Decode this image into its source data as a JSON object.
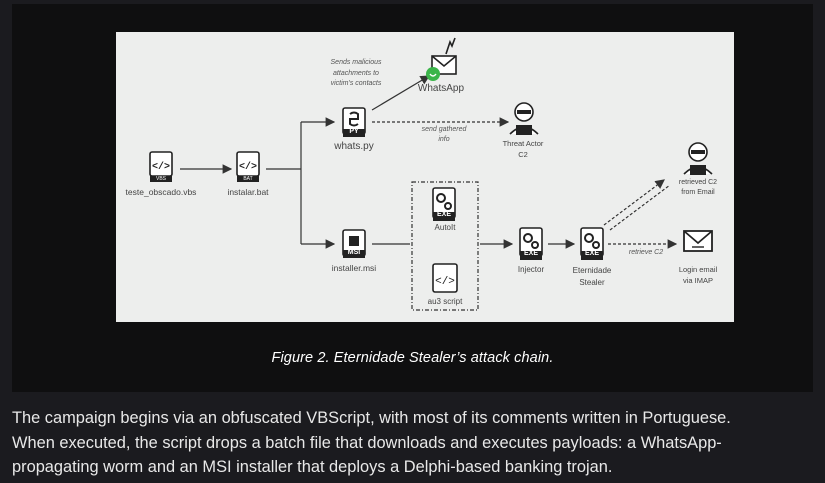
{
  "figure": {
    "caption": "Figure 2. Eternidade Stealer’s attack chain.",
    "nodes": {
      "vbs_badge": "VBS",
      "vbs_label": "teste_obscado.vbs",
      "bat_badge": "BAT",
      "bat_label": "instalar.bat",
      "py_badge": "PY",
      "py_label": "whats.py",
      "msi_badge": "MSI",
      "msi_label": "installer.msi",
      "whatsapp_label": "WhatsApp",
      "threat_actor_label_1": "Threat Actor",
      "threat_actor_label_2": "C2",
      "autoit_badge": "EXE",
      "autoit_label": "AutoIt",
      "au3_label": "au3 script",
      "injector_badge": "EXE",
      "injector_label": "Injector",
      "eternidade_badge": "EXE",
      "eternidade_label_1": "Eternidade",
      "eternidade_label_2": "Stealer",
      "retrieved_label_1": "retrieved C2",
      "retrieved_label_2": "from Email",
      "login_label_1": "Login email",
      "login_label_2": "via IMAP"
    },
    "annotations": {
      "sends_1": "Sends malicious",
      "sends_2": "attachments to",
      "sends_3": "victim's contacts",
      "gathered_1": "send gathered",
      "gathered_2": "info",
      "retrieve_c2": "retrieve C2"
    }
  },
  "body": {
    "line1": "The campaign begins via an obfuscated VBScript, with most of its comments written in Portuguese.",
    "line2": "When executed, the script drops a batch file that downloads and executes payloads: a WhatsApp-",
    "line3": "propagating worm and an MSI installer that deploys a Delphi-based banking trojan."
  }
}
